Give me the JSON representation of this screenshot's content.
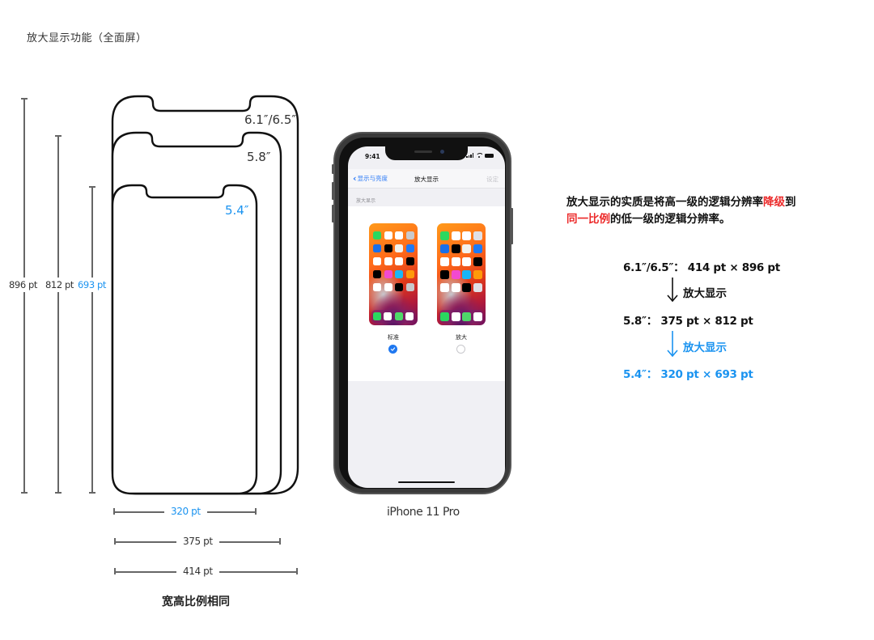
{
  "title": "放大显示功能（全面屏）",
  "outlines": [
    {
      "label": "6.1″/6.5″",
      "color": "#333333",
      "width_pt": 414,
      "height_pt": 896
    },
    {
      "label": "5.8″",
      "color": "#333333",
      "width_pt": 375,
      "height_pt": 812
    },
    {
      "label": "5.4″",
      "color": "#1a93f0",
      "width_pt": 320,
      "height_pt": 693
    }
  ],
  "height_dimensions": [
    {
      "label": "896 pt",
      "color": "#333333"
    },
    {
      "label": "812 pt",
      "color": "#333333"
    },
    {
      "label": "693 pt",
      "color": "#1a93f0"
    }
  ],
  "width_dimensions": [
    {
      "label": "320 pt",
      "color": "#1a93f0"
    },
    {
      "label": "375 pt",
      "color": "#333333"
    },
    {
      "label": "414 pt",
      "color": "#333333"
    }
  ],
  "bottom_caption": "宽高比例相同",
  "phone": {
    "model_name": "iPhone 11 Pro",
    "status_time": "9:41",
    "nav_back_label": "显示与亮度",
    "nav_title": "放大显示",
    "nav_action": "设定",
    "section_label": "放大显示",
    "options": [
      {
        "label": "标准",
        "selected": true
      },
      {
        "label": "放大",
        "selected": false
      }
    ],
    "accent_color": "#1f78f0"
  },
  "explanation": {
    "line1_prefix": "放大显示的实质是将高一级的逻辑分辨率",
    "line1_highlight": "降级",
    "line1_suffix": "到",
    "line2_highlight": "同一比例",
    "line2_suffix": "的低一级的逻辑分辨率。",
    "highlight_color": "#ec2a2a"
  },
  "conversion": {
    "step1": "6.1″/6.5″：  414 pt × 896 pt",
    "arrow1_label": "放大显示",
    "step2": "5.8″：  375 pt × 812 pt",
    "arrow2_label": "放大显示",
    "step3": "5.4″：  320 pt × 693 pt"
  },
  "colors": {
    "blue": "#1a93f0",
    "red": "#ec2a2a",
    "dim_line": "#666666"
  }
}
